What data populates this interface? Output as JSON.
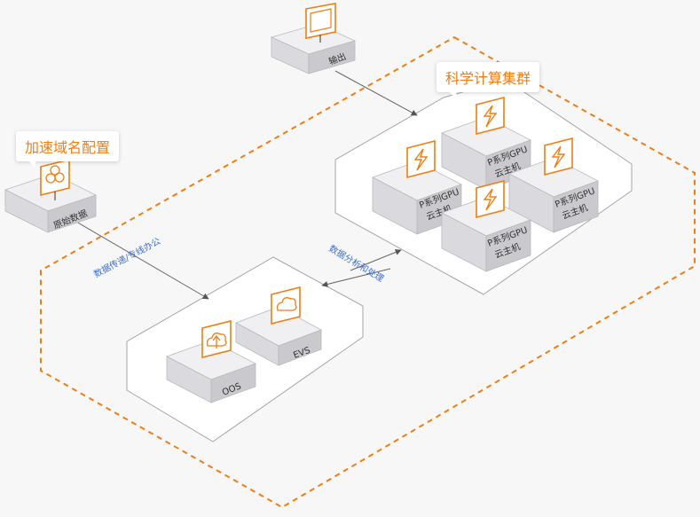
{
  "labels": {
    "output": "输出",
    "source_data": "原始数据",
    "cluster_title": "科学计算集群",
    "domain_config": "加速域名配置",
    "transfer": "数据传递/专线办公",
    "analysis": "数据分析和处理",
    "oos": "OOS",
    "evs": "EVS",
    "gpu_line1": "P系列GPU",
    "gpu_line2": "云主机"
  },
  "colors": {
    "accent": "#f07d12",
    "link_text": "#3b6fd1",
    "box_top": "#f0f0f2",
    "box_left": "#dadade",
    "box_right": "#c9c9ce",
    "panel_border": "#a6a6aa"
  },
  "icons": {
    "output": "monitor-icon",
    "source_data": "circles-icon",
    "oos": "cloud-upload-icon",
    "evs": "cloud-icon",
    "gpu": "lightning-icon"
  }
}
